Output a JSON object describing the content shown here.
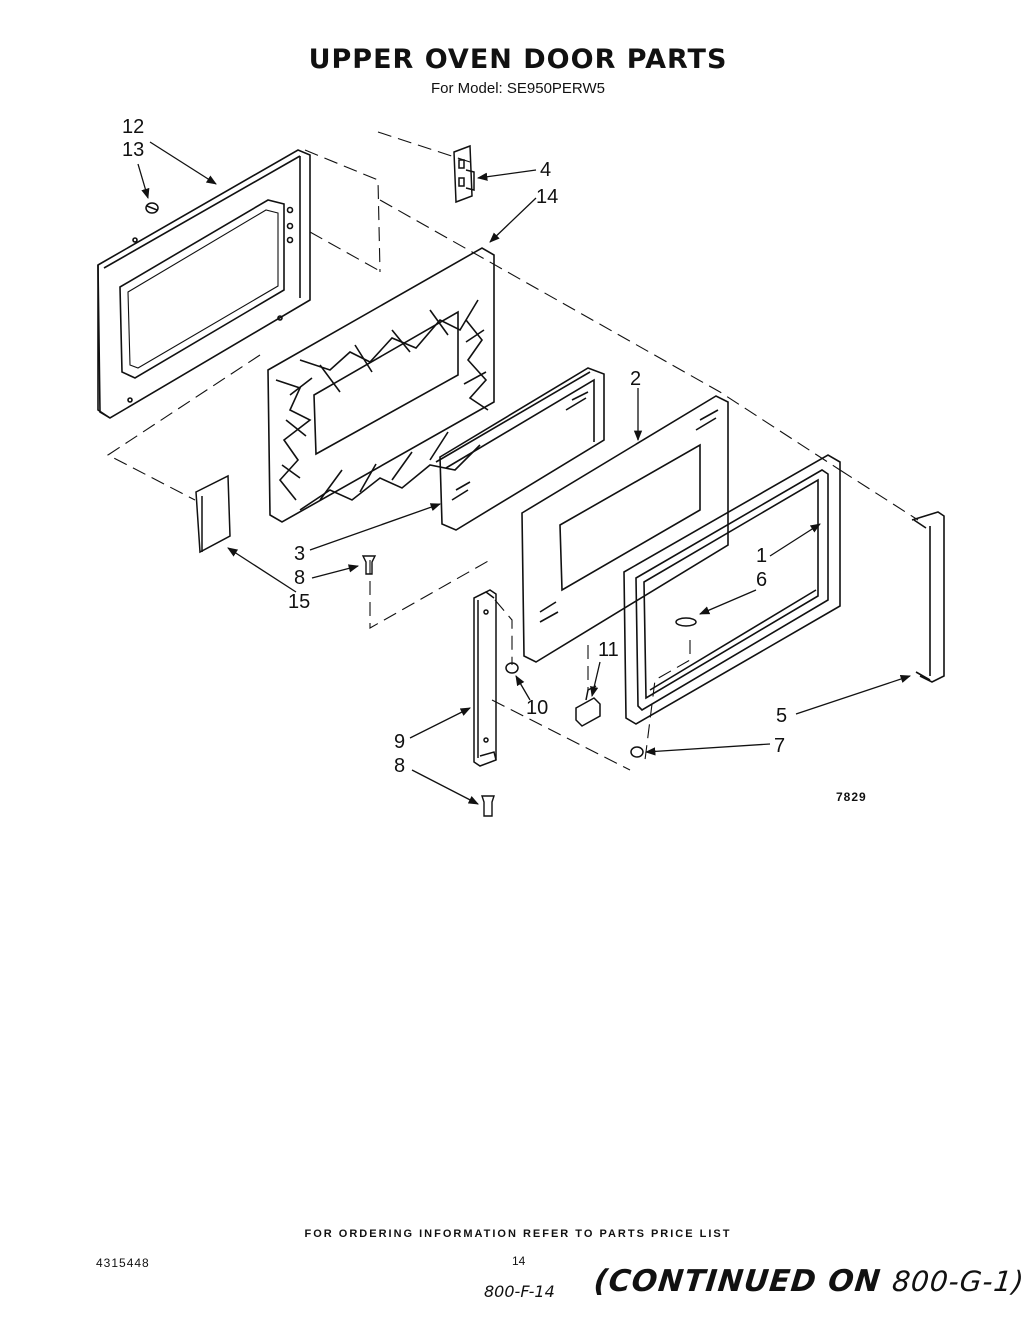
{
  "header": {
    "title": "UPPER OVEN DOOR PARTS",
    "model_line": "For Model: SE950PERW5"
  },
  "diagram": {
    "figure_code": "7829",
    "callouts": [
      {
        "id": "c12",
        "label": "12"
      },
      {
        "id": "c13",
        "label": "13"
      },
      {
        "id": "c4",
        "label": "4"
      },
      {
        "id": "c14",
        "label": "14"
      },
      {
        "id": "c2",
        "label": "2"
      },
      {
        "id": "c1",
        "label": "1"
      },
      {
        "id": "c6",
        "label": "6"
      },
      {
        "id": "c3",
        "label": "3"
      },
      {
        "id": "c8a",
        "label": "8"
      },
      {
        "id": "c15",
        "label": "15"
      },
      {
        "id": "c11",
        "label": "11"
      },
      {
        "id": "c10",
        "label": "10"
      },
      {
        "id": "c5",
        "label": "5"
      },
      {
        "id": "c9",
        "label": "9"
      },
      {
        "id": "c8b",
        "label": "8"
      },
      {
        "id": "c7",
        "label": "7"
      }
    ]
  },
  "footer": {
    "ordering_info": "FOR ORDERING INFORMATION REFER TO PARTS PRICE LIST",
    "doc_number": "4315448",
    "page_number": "14",
    "handwritten_ref": "800-F-14",
    "continued_text": "(CONTINUED ON",
    "continued_ref": "800-G-1)"
  }
}
